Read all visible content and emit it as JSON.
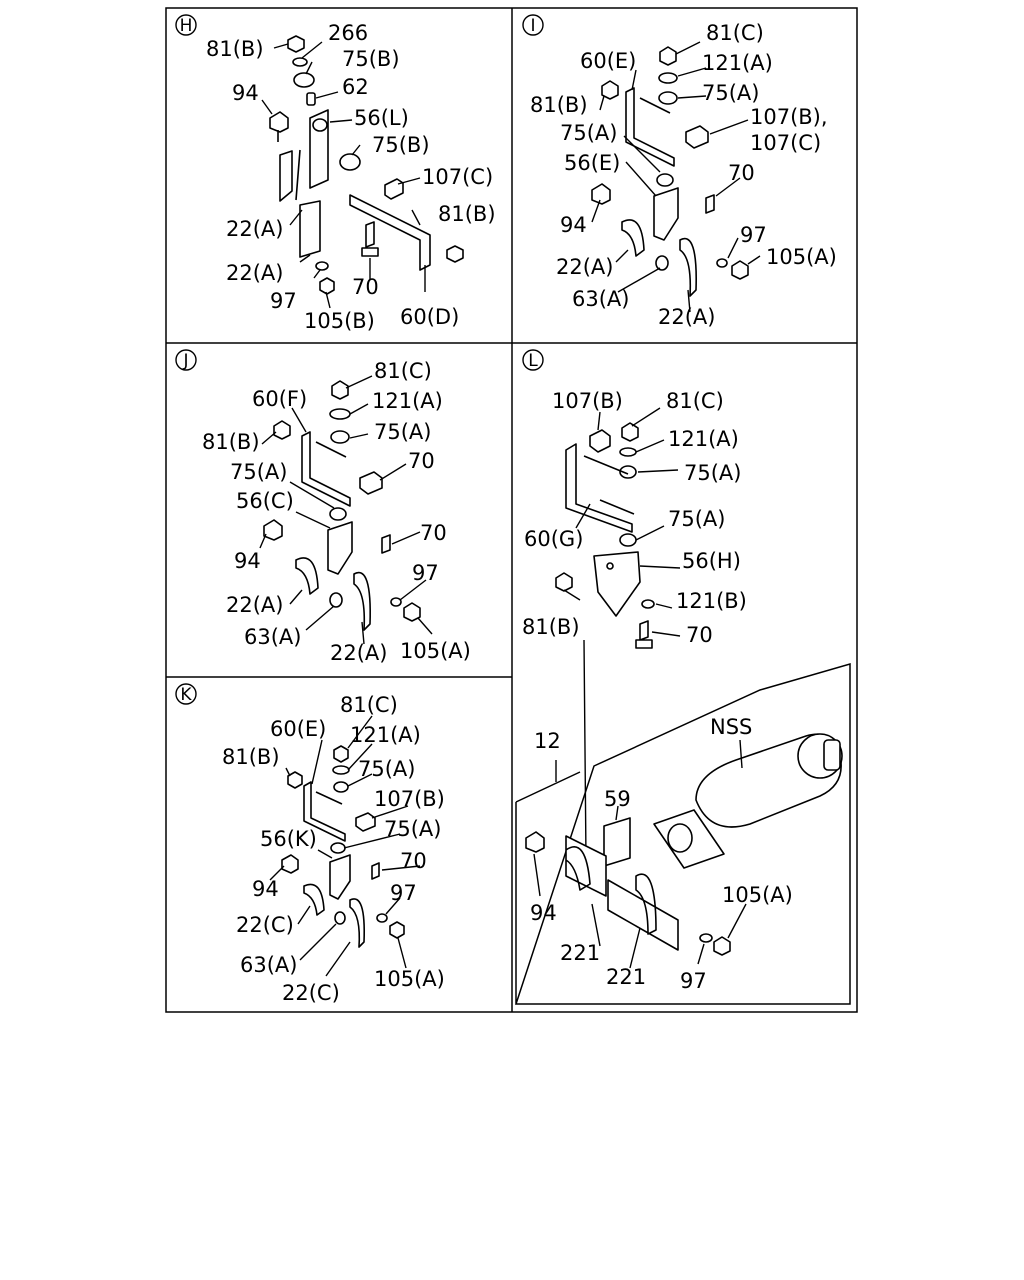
{
  "panels": {
    "H": {
      "letter": "H",
      "labels": [
        "81(B)",
        "266",
        "75(B)",
        "62",
        "94",
        "56(L)",
        "75(B)",
        "107(C)",
        "81(B)",
        "22(A)",
        "22(A)",
        "97",
        "70",
        "105(B)",
        "60(D)"
      ]
    },
    "I": {
      "letter": "I",
      "labels": [
        "81(C)",
        "60(E)",
        "121(A)",
        "75(A)",
        "81(B)",
        "107(B),",
        "107(C)",
        "75(A)",
        "56(E)",
        "70",
        "94",
        "97",
        "22(A)",
        "105(A)",
        "63(A)",
        "22(A)"
      ]
    },
    "J": {
      "letter": "J",
      "labels": [
        "81(C)",
        "60(F)",
        "121(A)",
        "81(B)",
        "75(A)",
        "75(A)",
        "70",
        "56(C)",
        "70",
        "94",
        "97",
        "22(A)",
        "63(A)",
        "22(A)",
        "105(A)"
      ]
    },
    "K": {
      "letter": "K",
      "labels": [
        "81(C)",
        "60(E)",
        "121(A)",
        "81(B)",
        "75(A)",
        "107(B)",
        "56(K)",
        "75(A)",
        "70",
        "94",
        "97",
        "22(C)",
        "63(A)",
        "22(C)",
        "105(A)"
      ]
    },
    "L": {
      "letter": "L",
      "labels": [
        "107(B)",
        "81(C)",
        "121(A)",
        "75(A)",
        "75(A)",
        "60(G)",
        "56(H)",
        "81(B)",
        "121(B)",
        "70",
        "NSS",
        "12",
        "59",
        "94",
        "105(A)",
        "221",
        "221",
        "97"
      ]
    }
  }
}
